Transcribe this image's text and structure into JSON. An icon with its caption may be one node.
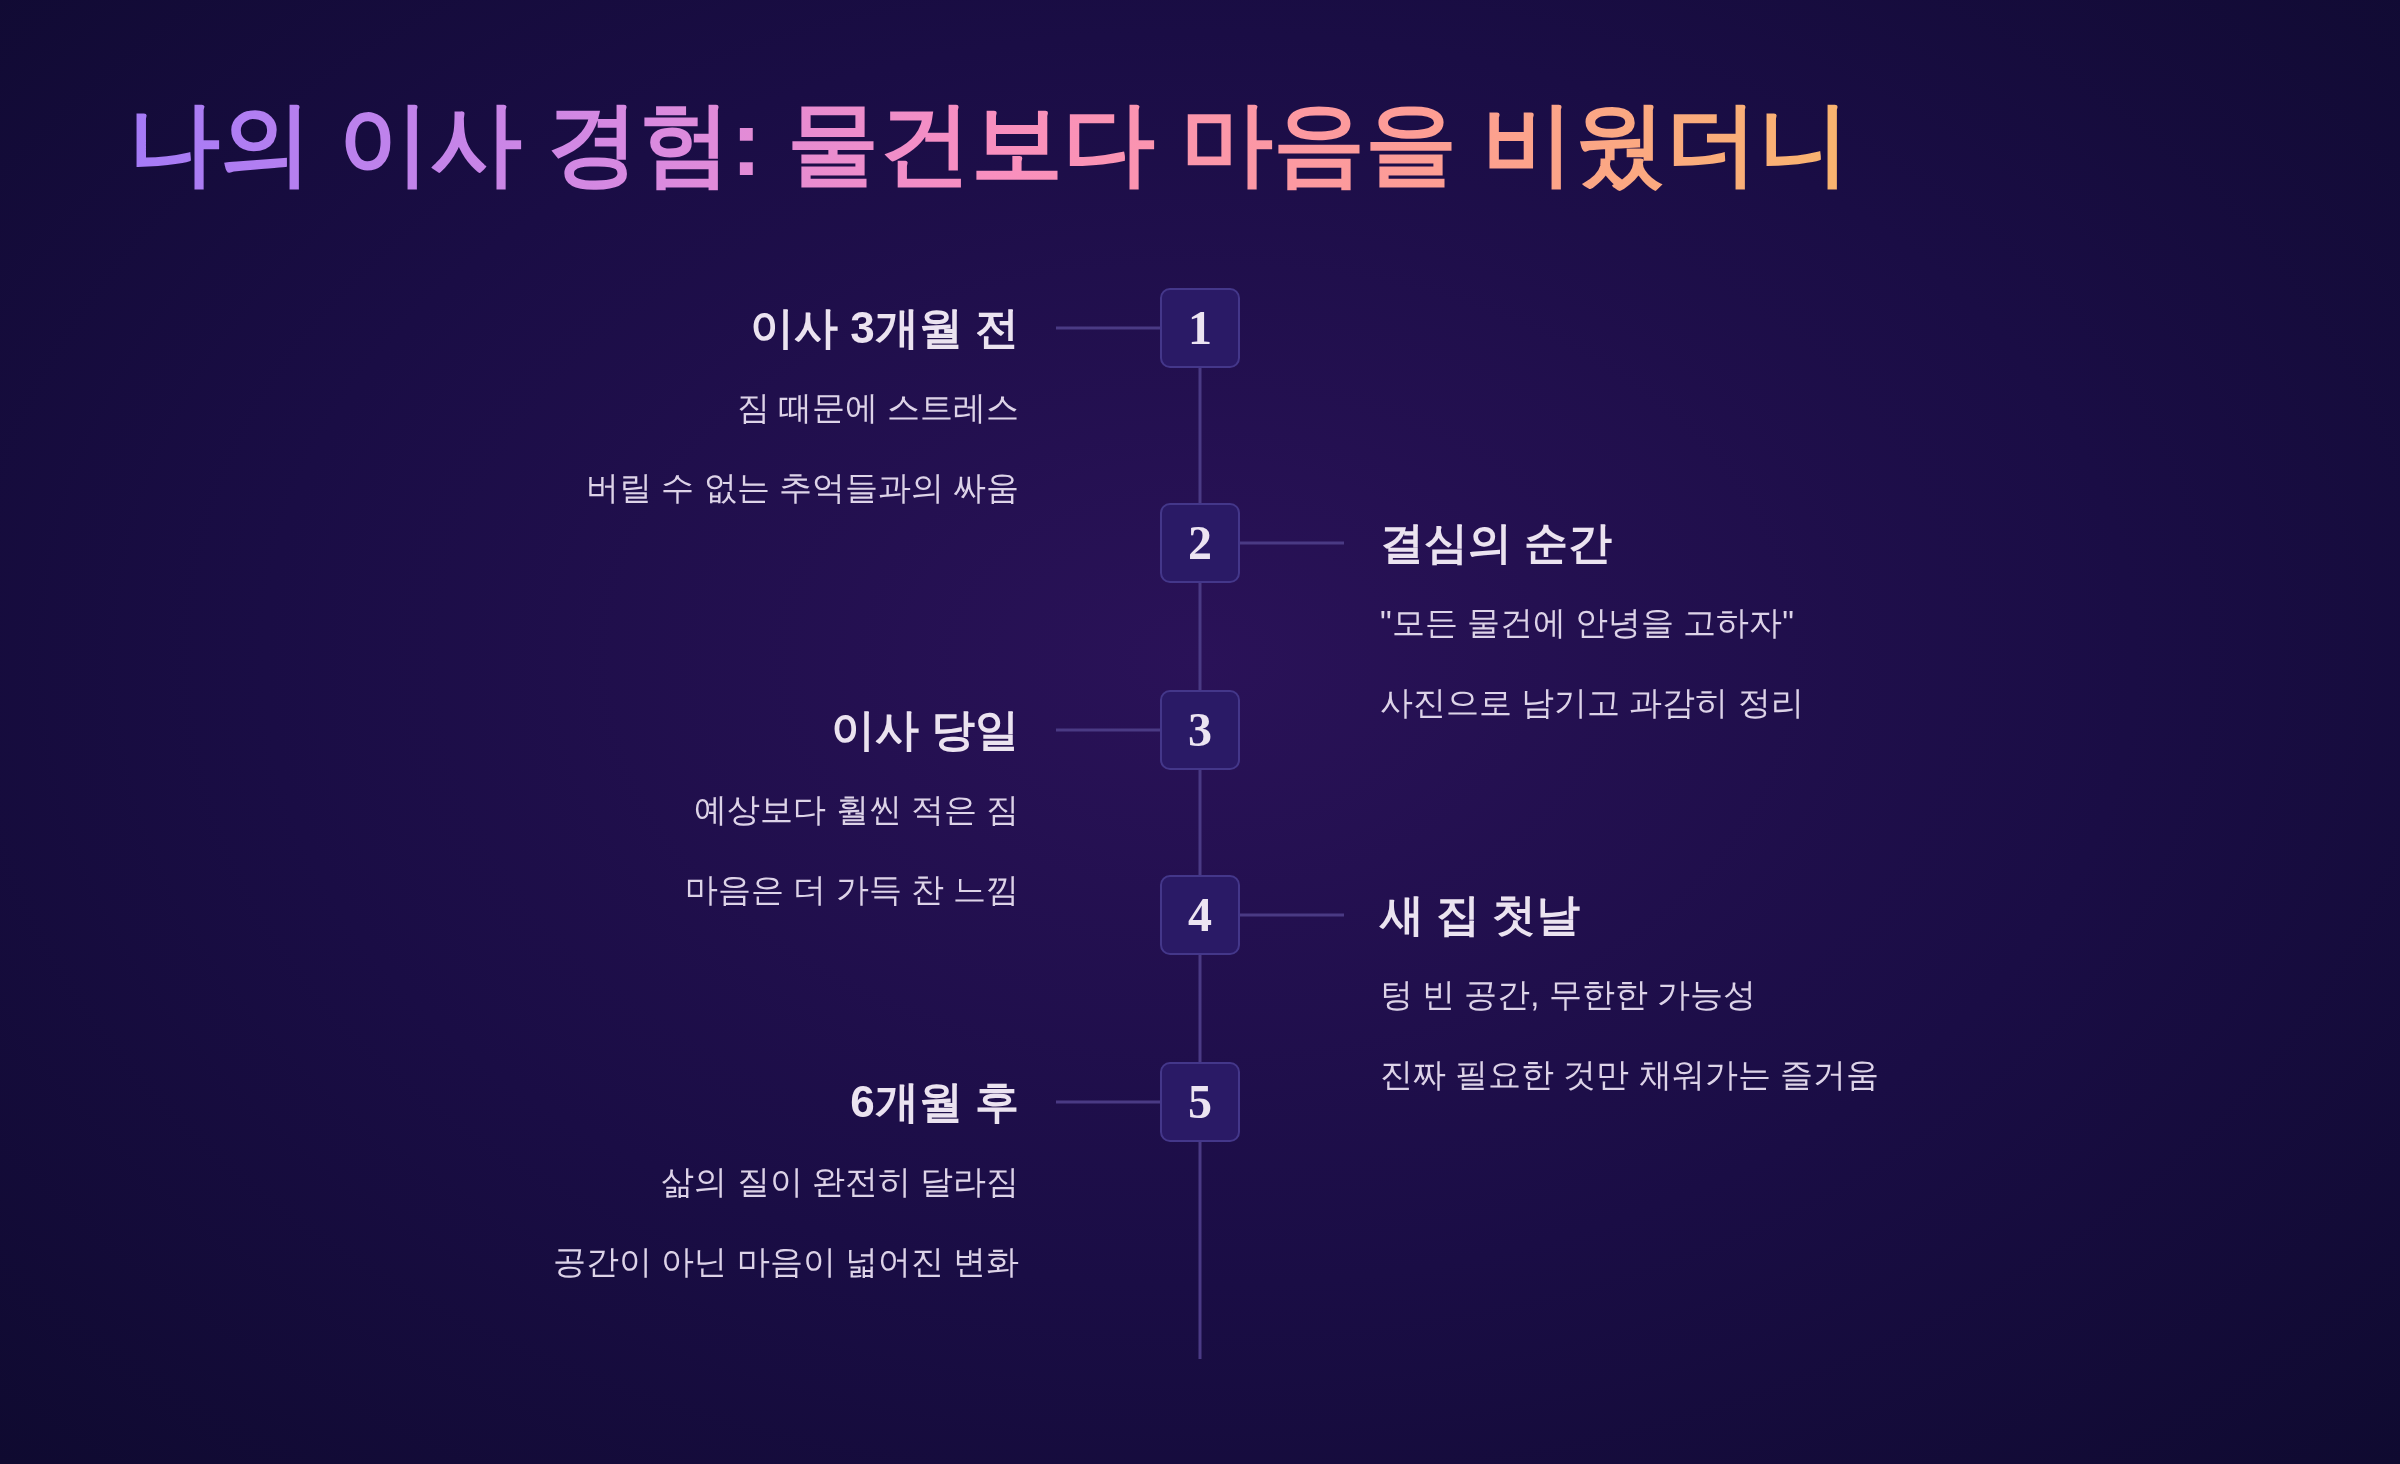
{
  "diagram": {
    "title": "나의 이사 경험: 물건보다 마음을 비웠더니",
    "nodes": [
      {
        "text": [
          "이사 3개월 전",
          "짐 때문에 스트레스",
          "버릴 수 없는 추억들과의 싸움"
        ]
      },
      {
        "text": [
          "1"
        ]
      },
      {
        "text": [
          "2"
        ]
      },
      {
        "text": [
          "결심의 순간",
          "\"모든 물건에 안녕을 고하자\"",
          "사진으로 남기고 과감히 정리"
        ]
      },
      {
        "text": [
          "이사 당일",
          "예상보다 훨씬 적은 짐",
          "마음은 더 가득 찬 느낌"
        ]
      },
      {
        "text": [
          "3"
        ]
      },
      {
        "text": [
          "4"
        ]
      },
      {
        "text": [
          "새 집 첫날",
          "텅 빈 공간, 무한한 가능성",
          "진짜 필요한 것만 채워가는 즐거움"
        ]
      },
      {
        "text": [
          "6개월 후",
          "삶의 질이 완전히 달라짐",
          "공간이 아닌 마음이 넓어진 변화"
        ]
      },
      {
        "text": [
          "5"
        ]
      }
    ],
    "edges": [
      {
        "from": 0,
        "to": 1,
        "arrow": "none"
      },
      {
        "from": 1,
        "to": 2,
        "arrow": "none"
      },
      {
        "from": 3,
        "to": 2,
        "arrow": "none"
      },
      {
        "from": 2,
        "to": 5,
        "arrow": "none"
      },
      {
        "from": 4,
        "to": 5,
        "arrow": "none"
      },
      {
        "from": 5,
        "to": 6,
        "arrow": "none"
      },
      {
        "from": 7,
        "to": 6,
        "arrow": "none"
      },
      {
        "from": 6,
        "to": 9,
        "arrow": "none"
      },
      {
        "from": 8,
        "to": 9,
        "arrow": "none"
      },
      {
        "from": 9,
        "to": null,
        "arrow": "none"
      }
    ]
  }
}
